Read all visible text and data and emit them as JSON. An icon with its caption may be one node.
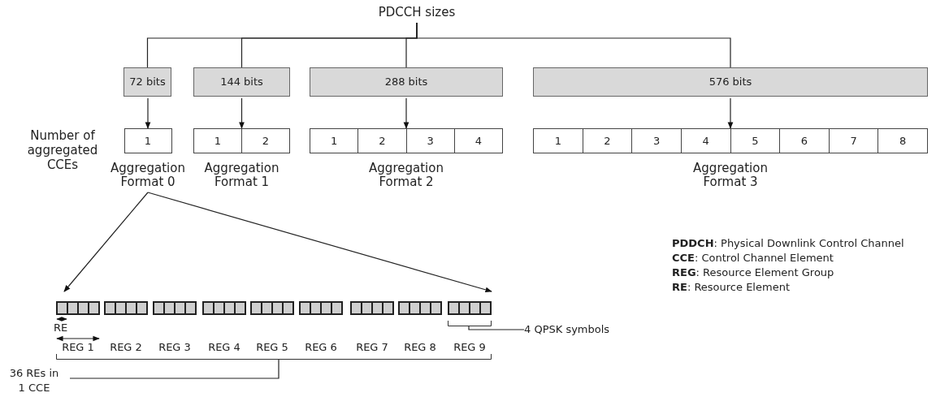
{
  "diagram": {
    "nodes": [
      {
        "text": [
          "PDCCH sizes"
        ]
      },
      {
        "text": [
          "72 bits"
        ]
      },
      {
        "text": [
          "144 bits"
        ]
      },
      {
        "text": [
          "288 bits"
        ]
      },
      {
        "text": [
          "576 bits"
        ]
      },
      {
        "text": [
          "Aggregation Format 0"
        ]
      },
      {
        "text": [
          "1"
        ],
        "in": 5
      },
      {
        "text": [
          "Aggregation Format 1"
        ]
      },
      {
        "text": [
          "1"
        ],
        "in": 7
      },
      {
        "text": [
          "2"
        ],
        "in": 7
      },
      {
        "text": [
          "Aggregation Format 2"
        ]
      },
      {
        "text": [
          "1"
        ],
        "in": 10
      },
      {
        "text": [
          "2"
        ],
        "in": 10
      },
      {
        "text": [
          "3"
        ],
        "in": 10
      },
      {
        "text": [
          "4"
        ],
        "in": 10
      },
      {
        "text": [
          "Aggregation Format 3"
        ]
      },
      {
        "text": [
          "1"
        ],
        "in": 15
      },
      {
        "text": [
          "2"
        ],
        "in": 15
      },
      {
        "text": [
          "3"
        ],
        "in": 15
      },
      {
        "text": [
          "4"
        ],
        "in": 15
      },
      {
        "text": [
          "5"
        ],
        "in": 15
      },
      {
        "text": [
          "6"
        ],
        "in": 15
      },
      {
        "text": [
          "7"
        ],
        "in": 15
      },
      {
        "text": [
          "8"
        ],
        "in": 15
      },
      {
        "text": [],
        "shape": "bracket"
      },
      {
        "text": [],
        "shape": "box"
      },
      {
        "text": [],
        "shape": "box"
      },
      {
        "text": [],
        "shape": "box"
      },
      {
        "text": [],
        "shape": "box"
      },
      {
        "text": [],
        "shape": "box"
      },
      {
        "text": [],
        "shape": "box"
      },
      {
        "text": [],
        "shape": "box"
      },
      {
        "text": [],
        "shape": "box"
      },
      {
        "text": [],
        "shape": "box"
      },
      {
        "text": [],
        "shape": "bracket"
      },
      {
        "text": [
          "4 QPSK symbols"
        ]
      },
      {
        "text": [
          "36 REs in 1 CCE"
        ]
      }
    ],
    "edges": [
      {
        "from": 0,
        "to": 1,
        "arrow": "none"
      },
      {
        "from": 0,
        "to": 2,
        "arrow": "none"
      },
      {
        "from": 0,
        "to": 3,
        "arrow": "none"
      },
      {
        "from": 0,
        "to": 4,
        "arrow": "none"
      },
      {
        "from": 1,
        "to": 5,
        "arrow": "to"
      },
      {
        "from": 2,
        "to": 7,
        "arrow": "to"
      },
      {
        "from": 3,
        "to": 10,
        "arrow": "to"
      },
      {
        "from": 4,
        "to": 15,
        "arrow": "to"
      },
      {
        "from": 5,
        "to": 25,
        "arrow": "to"
      },
      {
        "from": 5,
        "to": 33,
        "arrow": "to"
      },
      {
        "from": 35,
        "to": 34,
        "arrow": "none"
      },
      {
        "from": 36,
        "to": 24,
        "arrow": "none"
      }
    ],
    "labels": [
      "Number of aggregated CCEs",
      "**PDDCH**: Physical Downlink Control Channel",
      "**CCE**: Control Channel Element",
      "**REG**: Resource Element Group",
      "**RE**: Resource Element",
      "RE",
      "REG 1",
      "REG 2",
      "REG 3",
      "REG 4",
      "REG 5",
      "REG 6",
      "REG 7",
      "REG 8",
      "REG 9"
    ]
  }
}
